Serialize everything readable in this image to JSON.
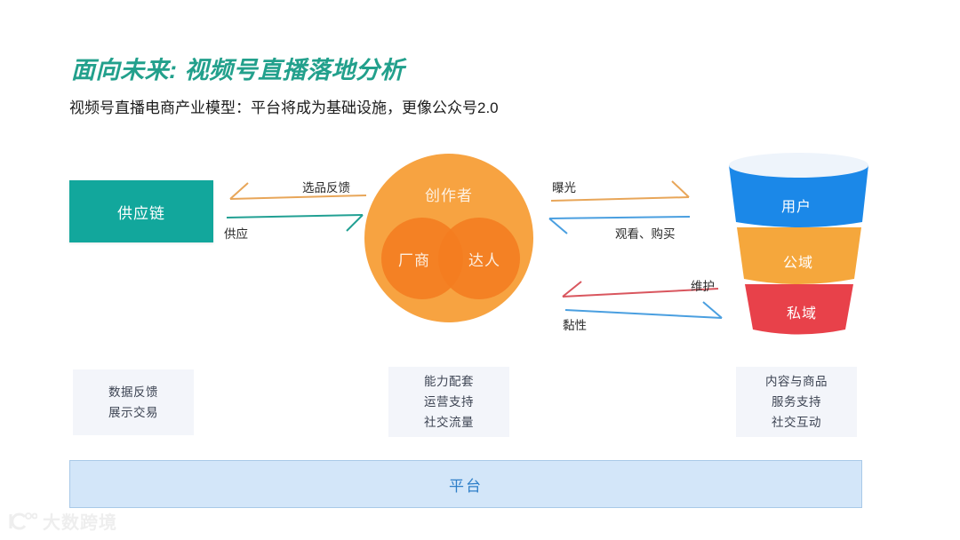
{
  "slide": {
    "title": "面向未来: 视频号直播落地分析",
    "subtitle": "视频号直播电商产业模型：平台将成为基础设施，更像公众号2.0",
    "background": "#ffffff"
  },
  "supply_chain": {
    "label": "供应链",
    "color": "#12a79c"
  },
  "creator_venn": {
    "outer_label": "创作者",
    "outer_color": "#f7a341",
    "inner_left_label": "厂商",
    "inner_right_label": "达人",
    "inner_color": "#f47c20"
  },
  "funnel": {
    "layers": [
      {
        "label": "用户",
        "color": "#1b88e8"
      },
      {
        "label": "公域",
        "color": "#f5a73c"
      },
      {
        "label": "私域",
        "color": "#e8414a"
      }
    ],
    "lid_color": "#eef4fb"
  },
  "arrows": [
    {
      "label": "选品反馈",
      "direction": "left",
      "color": "#e8a659"
    },
    {
      "label": "供应",
      "direction": "right",
      "color": "#21a093"
    },
    {
      "label": "曝光",
      "direction": "right",
      "color": "#e8a659"
    },
    {
      "label": "观看、购买",
      "direction": "left",
      "color": "#4a9fe0"
    },
    {
      "label": "维护",
      "direction": "left",
      "color": "#d9565e"
    },
    {
      "label": "黏性",
      "direction": "right",
      "color": "#4a9fe0"
    }
  ],
  "info_boxes": {
    "left": {
      "lines": [
        "数据反馈",
        "展示交易"
      ]
    },
    "middle": {
      "lines": [
        "能力配套",
        "运营支持",
        "社交流量"
      ]
    },
    "right": {
      "lines": [
        "内容与商品",
        "服务支持",
        "社交互动"
      ]
    }
  },
  "platform": {
    "label": "平台",
    "color": "#2f7fc9"
  },
  "watermark": {
    "text": "大数跨境"
  }
}
